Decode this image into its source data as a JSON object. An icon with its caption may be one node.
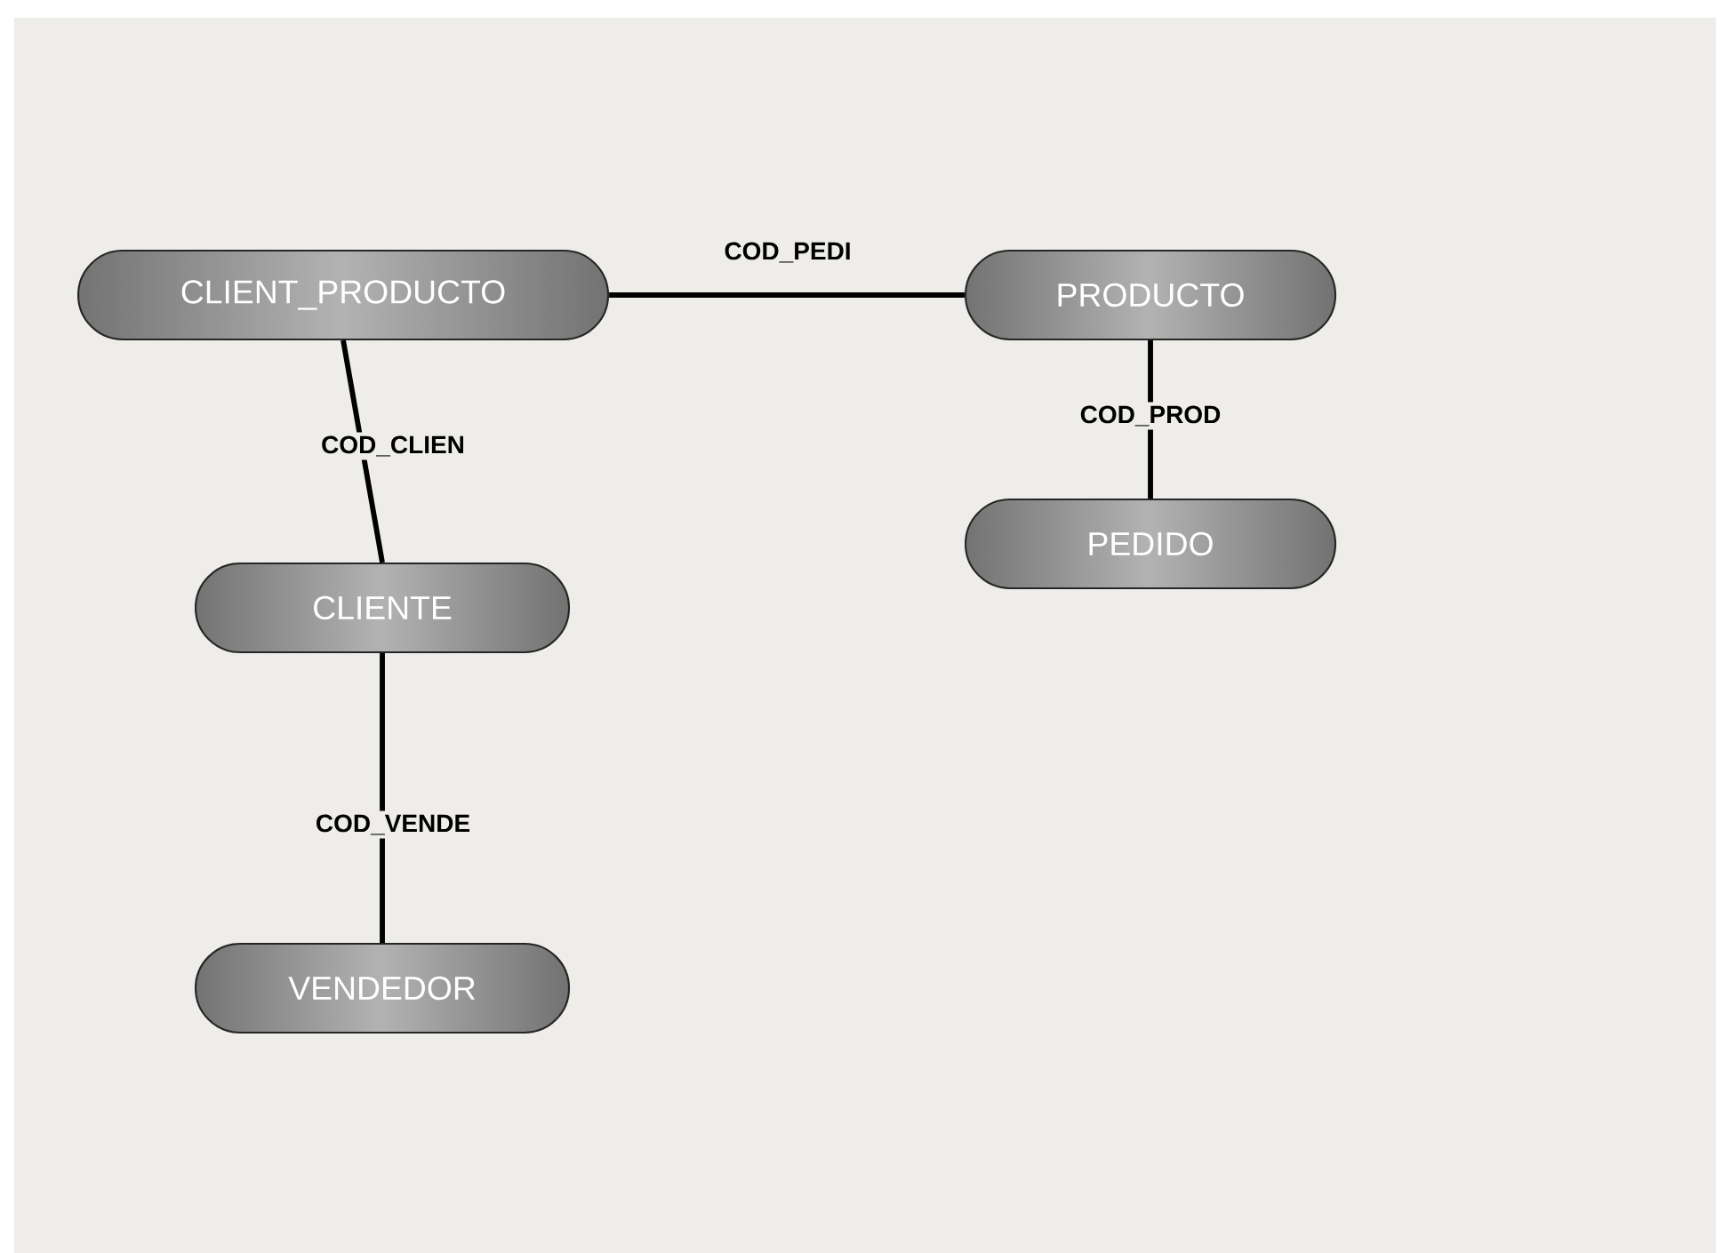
{
  "diagram": {
    "nodes": [
      {
        "text": [
          "CLIENT_PRODUCTO"
        ]
      },
      {
        "text": [
          "PRODUCTO"
        ]
      },
      {
        "text": [
          "CLIENTE"
        ]
      },
      {
        "text": [
          "PEDIDO"
        ]
      },
      {
        "text": [
          "VENDEDOR"
        ]
      }
    ],
    "edges": [
      {
        "from": 0,
        "to": 1,
        "arrow": "none",
        "label": "COD_PEDI"
      },
      {
        "from": 0,
        "to": 2,
        "arrow": "none",
        "label": "COD_CLIEN"
      },
      {
        "from": 1,
        "to": 3,
        "arrow": "none",
        "label": "COD_PROD"
      },
      {
        "from": 2,
        "to": 4,
        "arrow": "none",
        "label": "COD_VENDE"
      }
    ]
  }
}
